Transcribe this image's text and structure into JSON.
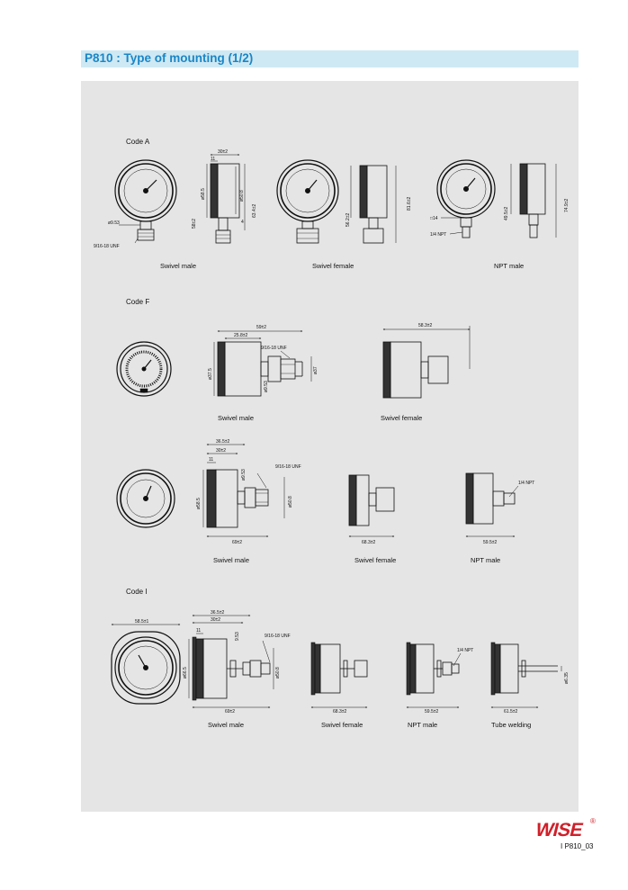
{
  "page": {
    "title": "P810 : Type of mounting (1/2)",
    "page_number": "I P810_03",
    "brand": "WISE",
    "registered_mark": "®"
  },
  "sections": {
    "code_a": {
      "heading": "Code A",
      "views": [
        "Swivel male",
        "Swivel female",
        "NPT male"
      ],
      "dims": {
        "d30": "30±2",
        "d11": "11",
        "d58_5": "ø58.5",
        "d50_8": "ø50.8",
        "d63_4": "63.4±2",
        "d58": "58±2",
        "d4": "4",
        "d9_53": "ø9.53",
        "unf": "9/16-18 UNF",
        "d56_2": "56.2±2",
        "d81_6": "81.6±2",
        "sq14": "□14",
        "npt": "1/4 NPT",
        "d49_5": "49.5±2",
        "d74_9": "74.9±2"
      }
    },
    "code_f": {
      "heading": "Code F",
      "views": [
        "Swivel male",
        "Swivel female"
      ],
      "dims": {
        "d59": "59±2",
        "d25_8": "25.8±2",
        "unf": "9/16-18 UNF",
        "d37_5": "ø37.5",
        "d9_53": "ø9.53",
        "d37": "ø37",
        "d58_3": "58.3±2"
      }
    },
    "row3": {
      "views": [
        "Swivel male",
        "Swivel female",
        "NPT male"
      ],
      "dims": {
        "d36_5": "36.5±2",
        "d30": "30±2",
        "d11": "11",
        "d9_53": "ø9.53",
        "unf": "9/16-18 UNF",
        "d58_5": "ø58.5",
        "d50_8": "ø50.8",
        "d69": "69±2",
        "d68_3": "68.3±2",
        "npt": "1/4 NPT",
        "d59_5": "59.5±2"
      }
    },
    "code_i": {
      "heading": "Code I",
      "views": [
        "Swivel male",
        "Swivel female",
        "NPT male",
        "Tube welding"
      ],
      "dims": {
        "d58_5top": "58.5±1",
        "d36_5": "36.5±2",
        "d30": "30±2",
        "d11": "11",
        "d9_53": "9.53",
        "unf": "9/16-18 UNF",
        "d66_5": "ø66.5",
        "d50_8": "ø50.8",
        "d69": "69±2",
        "d68_3": "68.3±2",
        "npt": "1/4 NPT",
        "d59_5": "59.5±2",
        "d61_5": "61.5±2",
        "d6_35": "ø6.35"
      }
    }
  }
}
